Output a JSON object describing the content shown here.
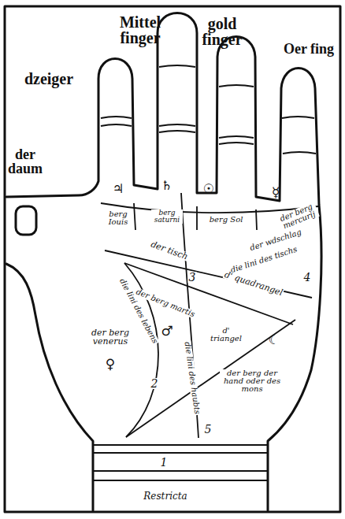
{
  "diagram": {
    "labels": [
      "dzeiger",
      "Mittel finger",
      "gold finger",
      "Oer fing",
      "der daum",
      "♃",
      "♄",
      "☉",
      "☿",
      "berg Iouis",
      "berg saturni",
      "berg Sol",
      "der berg mercurij",
      "der wdschlag",
      "die lini des tischs",
      "der tisch",
      "4",
      "d' quadrangel",
      "3",
      "der berg martis",
      "die lini des lebens",
      "♂",
      "die lini des haubts",
      "d' triangel",
      "☾",
      "der berg der hand oder des mons",
      "der berg venerus",
      "♀",
      "2",
      "5",
      "1",
      "Restricta"
    ]
  }
}
